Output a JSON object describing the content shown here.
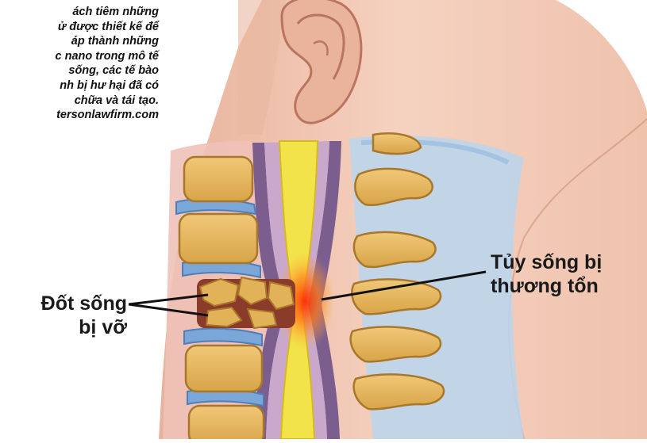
{
  "caption": {
    "lines": [
      "ách tiêm những",
      "ử được thiết kế để",
      "áp thành những",
      "c nano trong mô tế",
      "sống, các tế bào",
      "nh bị hư hại đã có",
      "chữa và tái tạo.",
      "tersonlawfirm.com"
    ]
  },
  "labels": {
    "spinal_cord": [
      "Tủy sống bị",
      "thương tổn"
    ],
    "vertebra": [
      "Đốt sống",
      "bị vỡ"
    ]
  },
  "colors": {
    "skin": "#f2c9b4",
    "bone": "#e2b258",
    "disc": "#7aa6d8",
    "cord": "#f3e34a",
    "injury": "#ef5a1c"
  }
}
